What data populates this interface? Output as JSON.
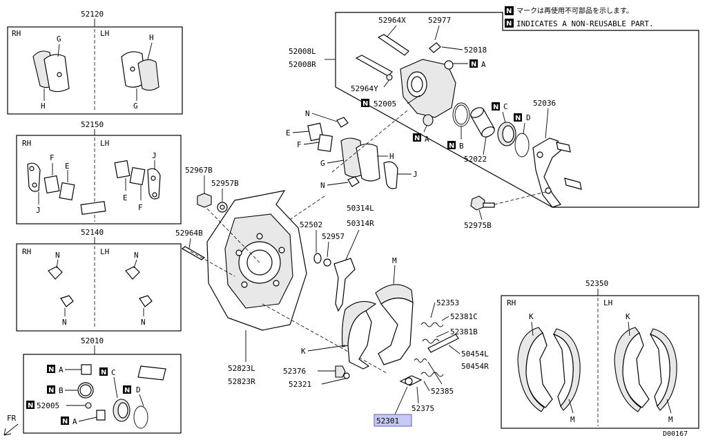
{
  "notes": {
    "jp": "マークは再使用不可部品を示します。",
    "en": "INDICATES A NON-REUSABLE PART."
  },
  "kits": {
    "k52120": {
      "title": "52120",
      "rh": "RH",
      "lh": "LH",
      "g_rh": "G",
      "h_rh": "H",
      "h_lh": "H",
      "g_lh": "G"
    },
    "k52150": {
      "title": "52150",
      "rh": "RH",
      "lh": "LH",
      "f_rh": "F",
      "e_rh": "E",
      "j_rh": "J",
      "j_lh": "J",
      "e_lh": "E",
      "f_lh": "F"
    },
    "k52140": {
      "title": "52140",
      "rh": "RH",
      "lh": "LH",
      "n1": "N",
      "n2": "N",
      "n3": "N",
      "n4": "N"
    },
    "k52010": {
      "title": "52010",
      "a1": "A",
      "b": "B",
      "c": "C",
      "d": "D",
      "p52005": "52005",
      "a2": "A"
    },
    "k52350": {
      "title": "52350",
      "rh": "RH",
      "lh": "LH",
      "k_rh": "K",
      "m_rh": "M",
      "k_lh": "K",
      "m_lh": "M"
    }
  },
  "caliper": {
    "p52964X": "52964X",
    "p52977": "52977",
    "p52018": "52018",
    "p52008L": "52008L",
    "p52008R": "52008R",
    "a_top": "A",
    "p52964Y": "52964Y",
    "p52005": "52005",
    "c": "C",
    "p52036": "52036",
    "d": "D",
    "a_mid": "A",
    "b": "B",
    "p52022": "52022",
    "p52975B": "52975B"
  },
  "pads": {
    "n_top": "N",
    "e": "E",
    "f": "F",
    "g": "G",
    "h": "H",
    "j": "J",
    "n_bot": "N"
  },
  "main": {
    "p52967B": "52967B",
    "p52957B": "52957B",
    "p52964B": "52964B",
    "p52502": "52502",
    "p52957": "52957",
    "p50314L": "50314L",
    "p50314R": "50314R",
    "m": "M",
    "p52353": "52353",
    "p52381C": "52381C",
    "p52381B": "52381B",
    "k": "K",
    "p50454L": "50454L",
    "p50454R": "50454R",
    "p52823L": "52823L",
    "p52823R": "52823R",
    "p52376": "52376",
    "p52321": "52321",
    "p52385": "52385",
    "p52375": "52375",
    "p52301": "52301"
  },
  "footer": {
    "fr": "FR",
    "code": "D00167"
  }
}
